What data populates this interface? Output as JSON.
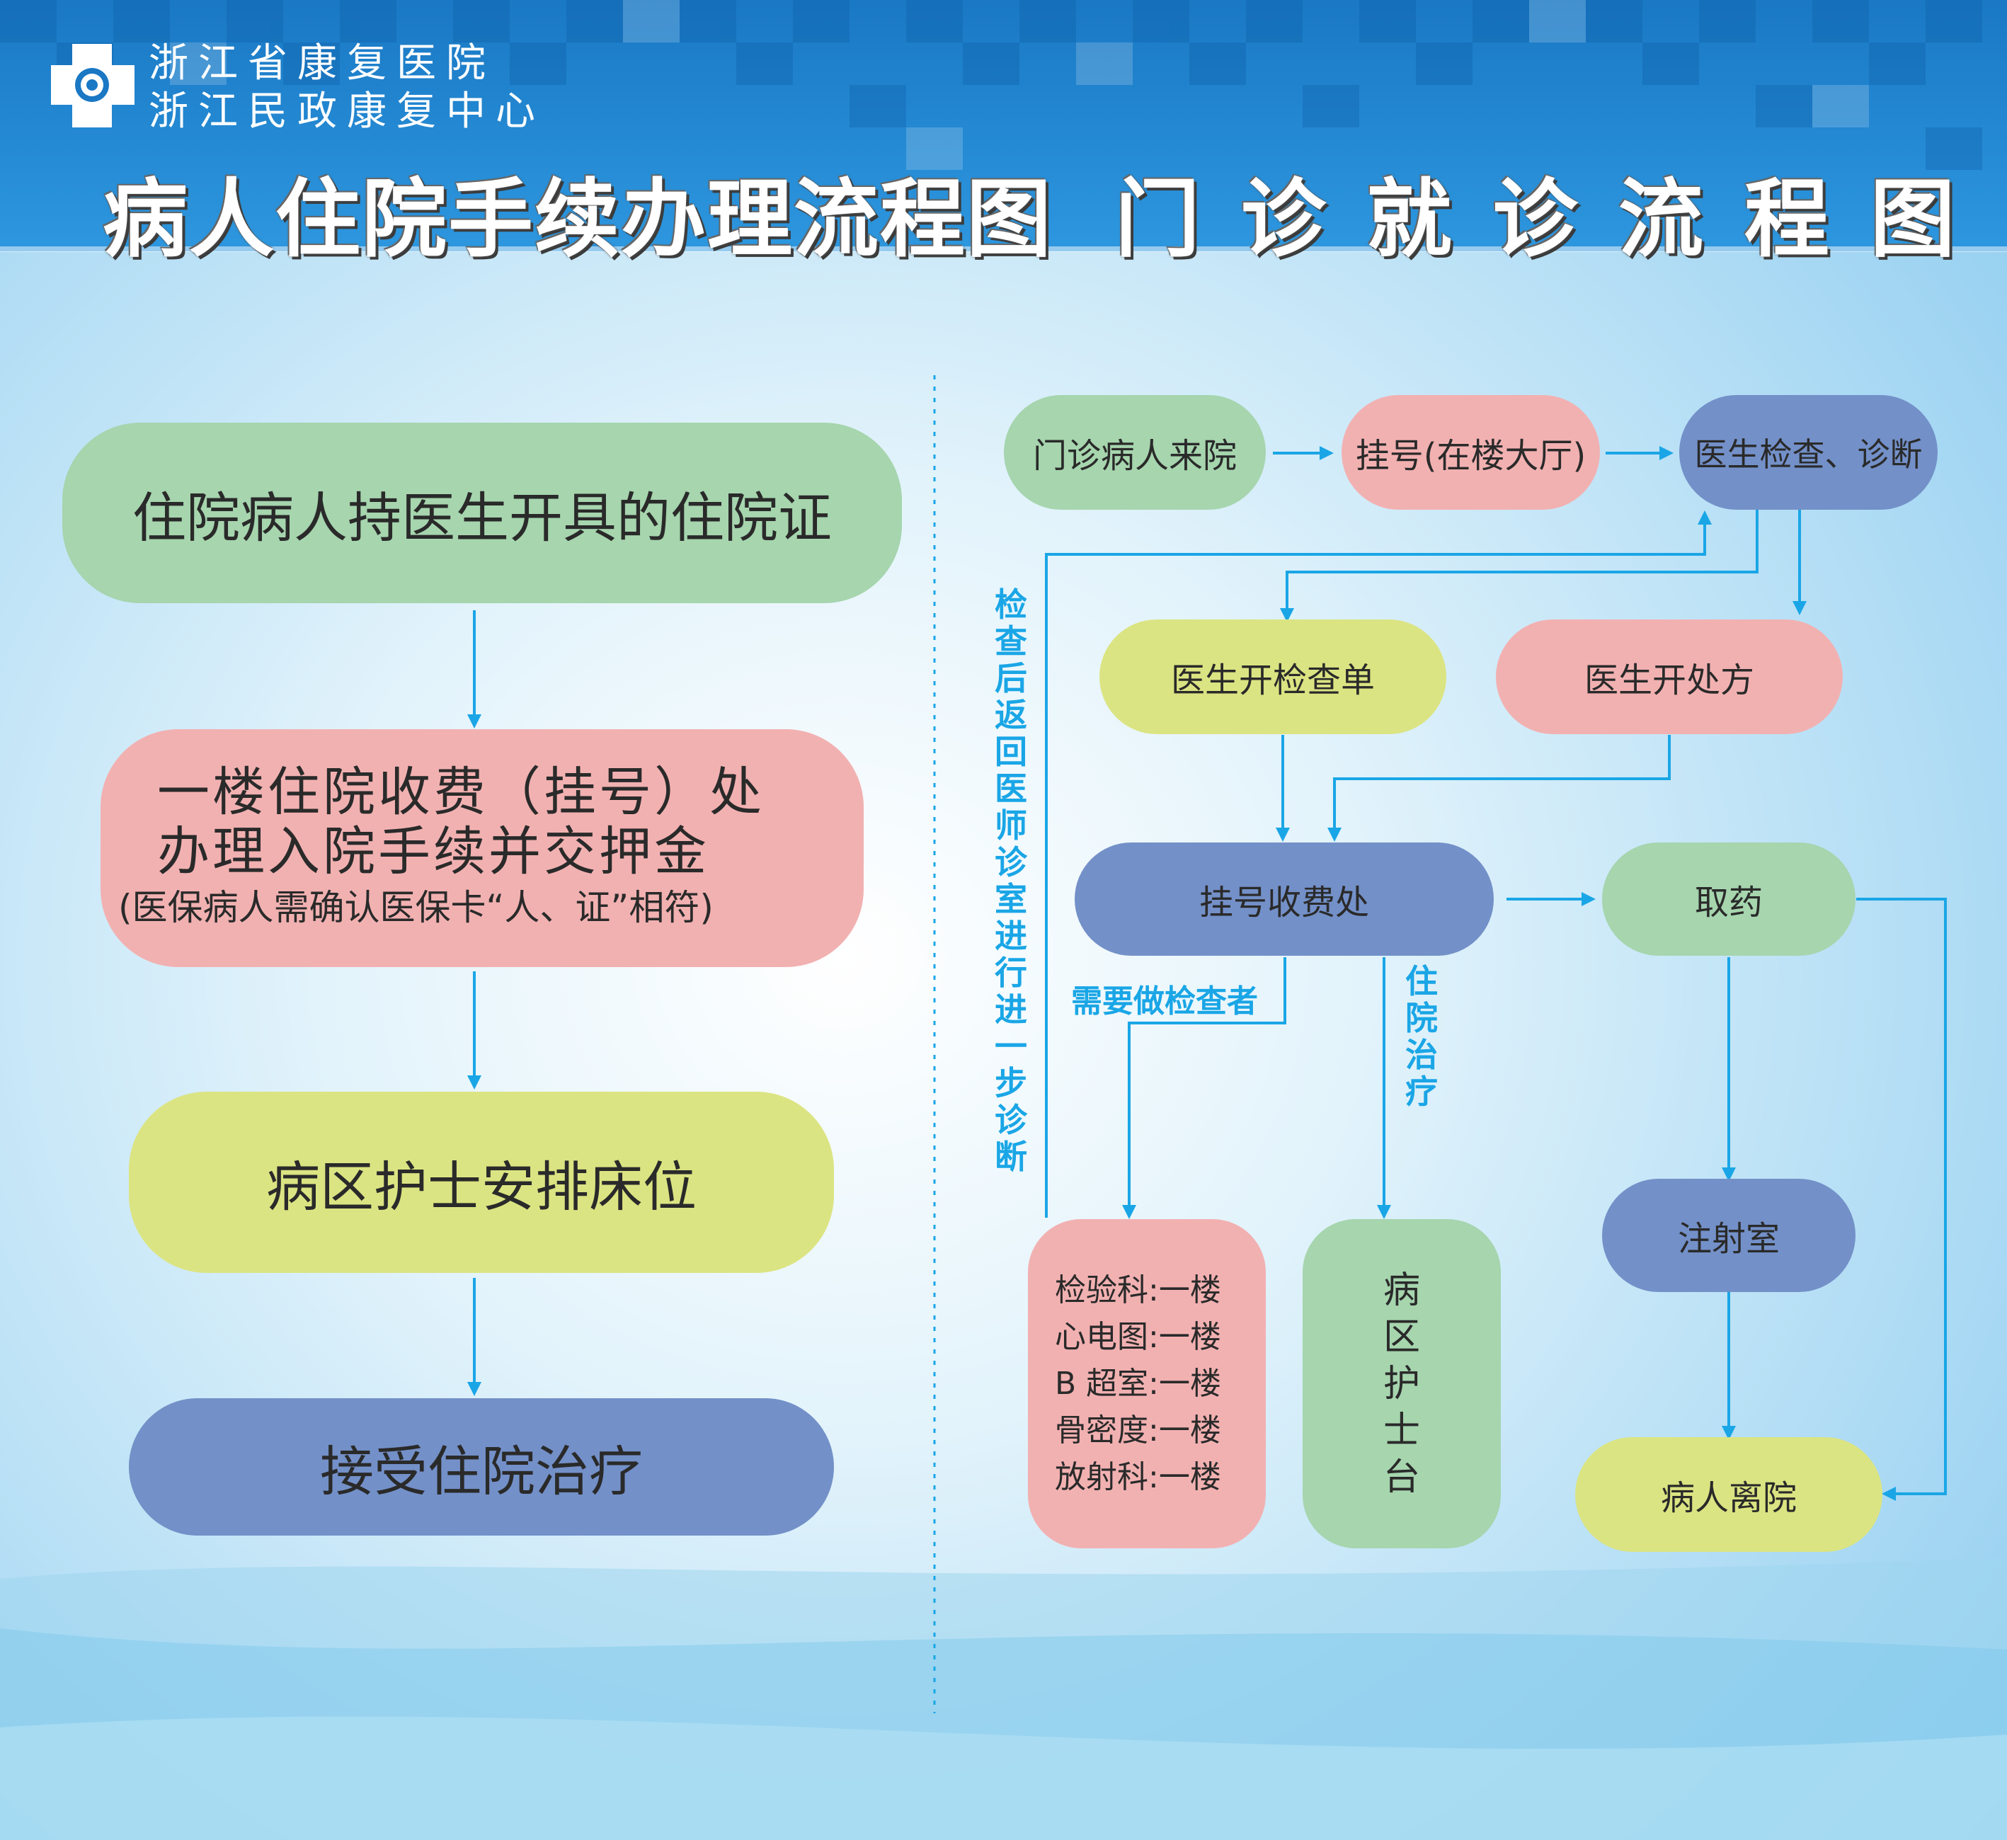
{
  "header": {
    "org_line1": "浙江省康复医院",
    "org_line2": "浙江民政康复中心",
    "title_left": "病人住院手续办理流程图",
    "title_right": "门 诊 就 诊 流 程 图"
  },
  "inpatient": {
    "step1": "住院病人持医生开具的住院证",
    "step2_line1": "一楼住院收费（挂号）处",
    "step2_line2": "办理入院手续并交押金",
    "step2_note": "(医保病人需确认医保卡“人、证”相符)",
    "step3": "病区护士安排床位",
    "step4": "接受住院治疗"
  },
  "outpatient": {
    "arrive": "门诊病人来院",
    "register": "挂号(在楼大厅)",
    "diagnose": "医生检查、诊断",
    "exam_order": "医生开检查单",
    "prescription": "医生开处方",
    "cashier": "挂号收费处",
    "pharmacy": "取药",
    "injection": "注射室",
    "leave": "病人离院",
    "labs": [
      {
        "name": "检验科",
        "floor": "一楼"
      },
      {
        "name": "心电图",
        "floor": "一楼"
      },
      {
        "name": "B 超室",
        "floor": "一楼"
      },
      {
        "name": "骨密度",
        "floor": "一楼"
      },
      {
        "name": "放射科",
        "floor": "一楼"
      }
    ],
    "nurse_station": "病区护士台",
    "label_return": "检查后返回医师诊室进行进一步诊断",
    "label_need_exam": "需要做检查者",
    "label_hospitalize": "住院治疗"
  }
}
